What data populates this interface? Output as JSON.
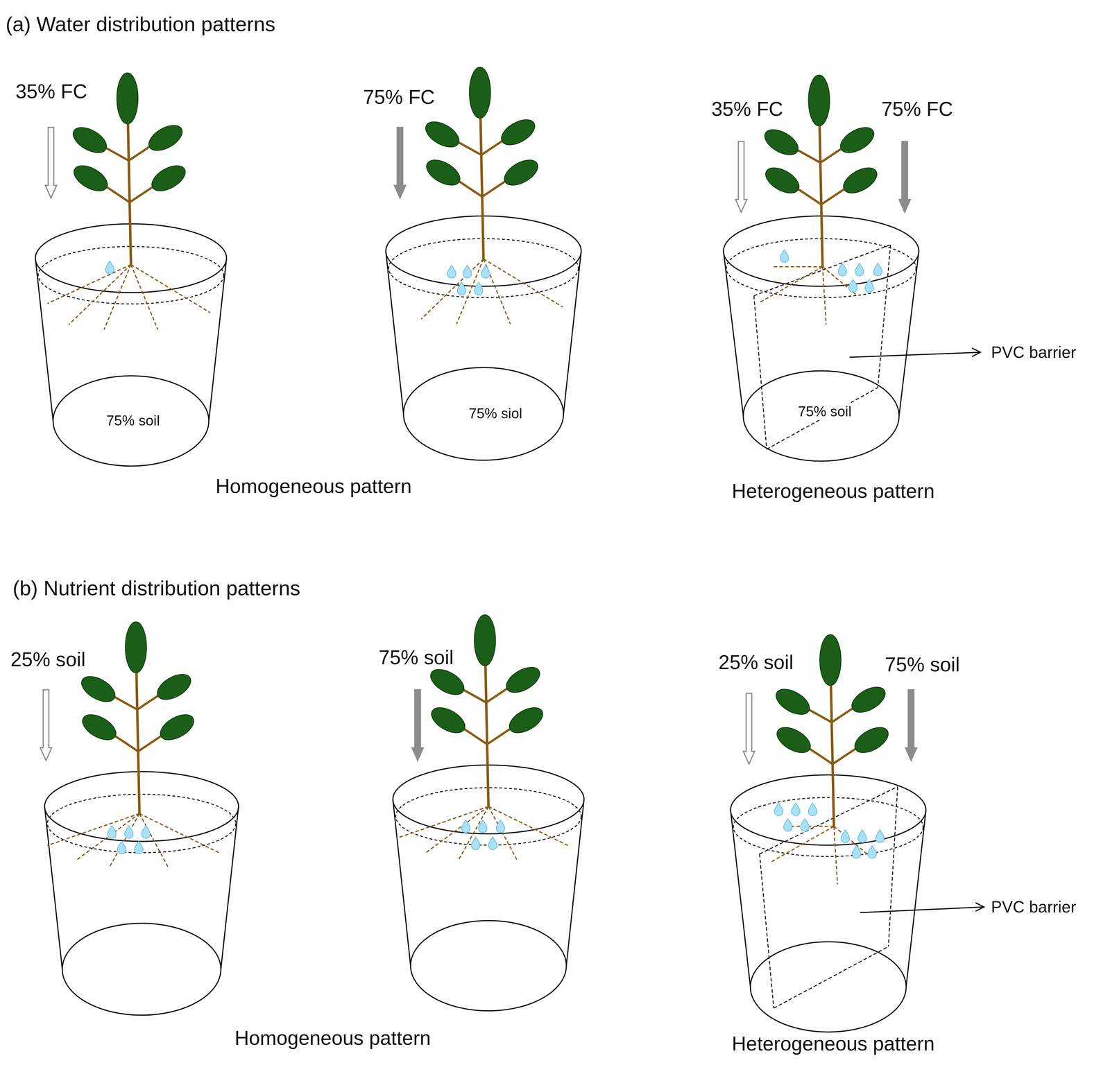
{
  "diagram": {
    "labels": [
      "(a) Water distribution patterns",
      "35% FC",
      "75% FC",
      "35% FC",
      "75% FC",
      "75% soil",
      "75% siol",
      "75% soil",
      "PVC barrier",
      "Homogeneous pattern",
      "Heterogeneous pattern",
      "(b) Nutrient distribution patterns",
      "25% soil",
      "75% soil",
      "25% soil",
      "75% soil",
      "PVC barrier",
      "Homogeneous pattern",
      "Heterogeneous pattern"
    ]
  }
}
